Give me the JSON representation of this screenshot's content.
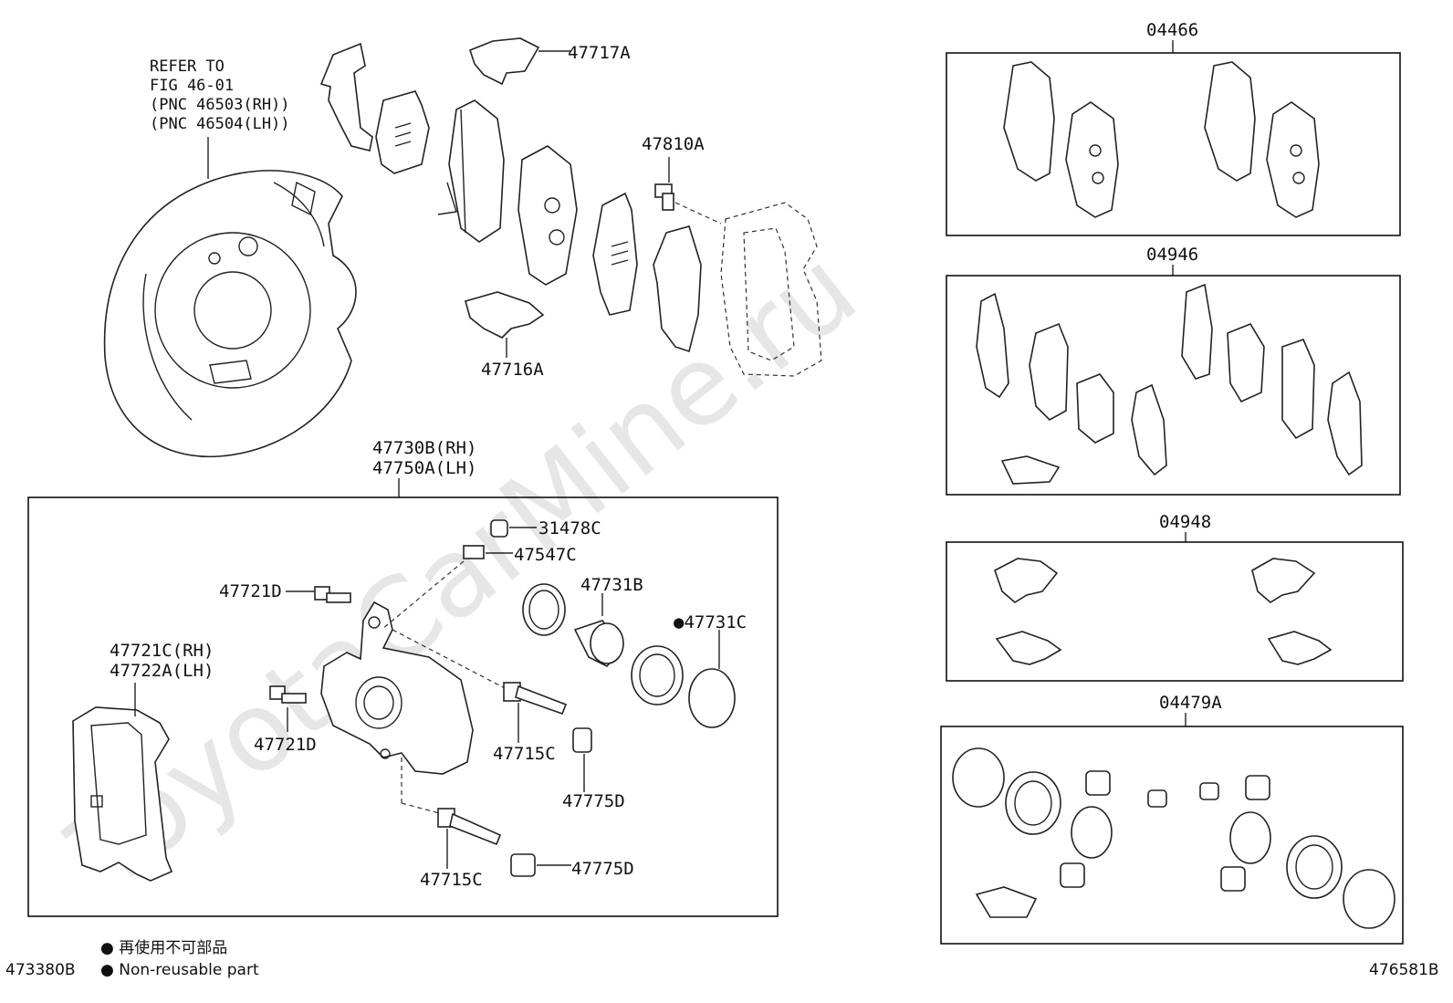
{
  "watermark": "ToyotaCarMine.ru",
  "refer": {
    "line1": "REFER TO",
    "line2": "FIG 46-01",
    "line3": "(PNC 46503(RH))",
    "line4": "(PNC 46504(LH))"
  },
  "labels": {
    "p47717A": "47717A",
    "p47810A": "47810A",
    "p47716A": "47716A",
    "p47730B": "47730B(RH)",
    "p47750A": "47750A(LH)",
    "p31478C": "31478C",
    "p47547C": "47547C",
    "p47721D_a": "47721D",
    "p47731B": "47731B",
    "p47731C": "●47731C",
    "p47721C": "47721C(RH)",
    "p47722A": "47722A(LH)",
    "p47721D_b": "47721D",
    "p47715C_a": "47715C",
    "p47775D_a": "47775D",
    "p47715C_b": "47715C",
    "p47775D_b": "47775D"
  },
  "kits": {
    "k04466": "04466",
    "k04946": "04946",
    "k04948": "04948",
    "k04479A": "04479A"
  },
  "legend": {
    "jp": "● 再使用不可部品",
    "en": "● Non-reusable part"
  },
  "footer": {
    "left_code": "473380B",
    "right_code": "476581B"
  }
}
